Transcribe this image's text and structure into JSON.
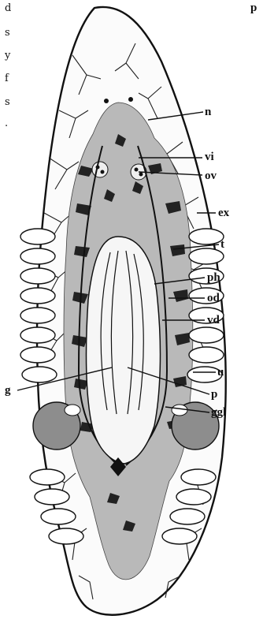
{
  "margin_text": [
    "d",
    "s",
    "y",
    "f",
    "s",
    "."
  ],
  "top_right_fragment": "p",
  "labels": {
    "n": "n",
    "vi": "vi",
    "ov": "ov",
    "ex": "ex",
    "t": "t",
    "ph": "ph",
    "od": "od",
    "vd": "vd",
    "u": "u",
    "g": "g",
    "p": "p",
    "ggl": "ggl"
  }
}
